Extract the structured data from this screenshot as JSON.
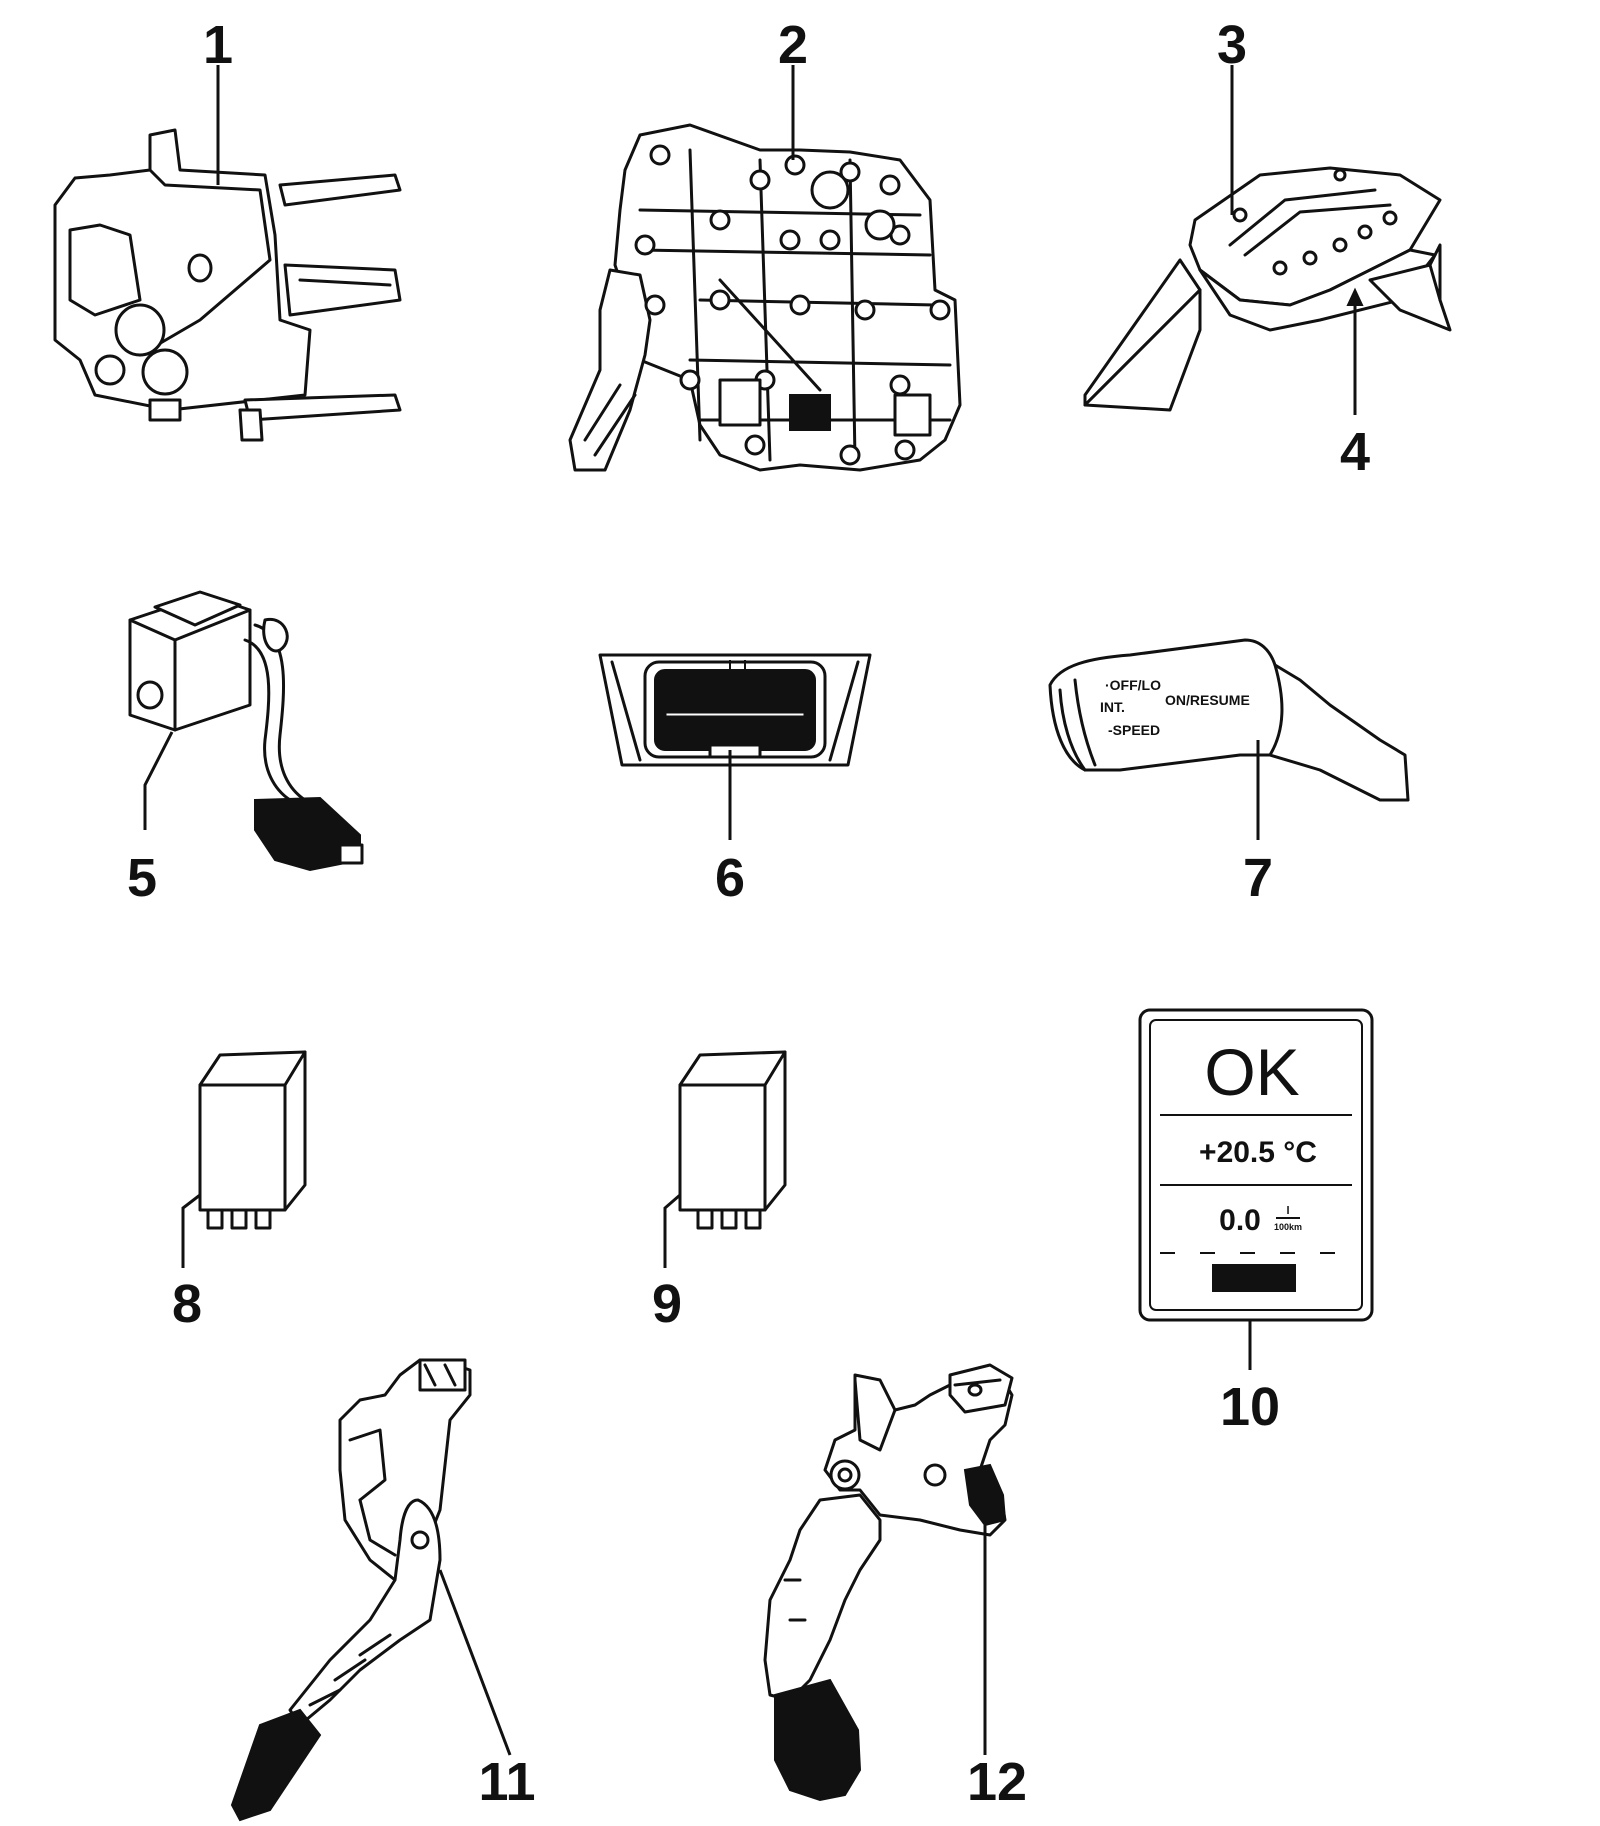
{
  "callouts": [
    "1",
    "2",
    "3",
    "4",
    "5",
    "6",
    "7",
    "8",
    "9",
    "10",
    "11",
    "12"
  ],
  "display": {
    "status": "OK",
    "temperature": "+20.5 °C",
    "consumption_value": "0.0",
    "consumption_unit_top": "l",
    "consumption_unit_bottom": "100km"
  },
  "icons": [
    "transmission-module-icon",
    "valve-body-icon",
    "selector-lever-gate-icon",
    "solenoid-icon",
    "control-unit-icon",
    "multifunction-switch-icon",
    "relay-icon",
    "instrument-display-icon",
    "accelerator-pedal-icon",
    "brake-pedal-icon"
  ]
}
